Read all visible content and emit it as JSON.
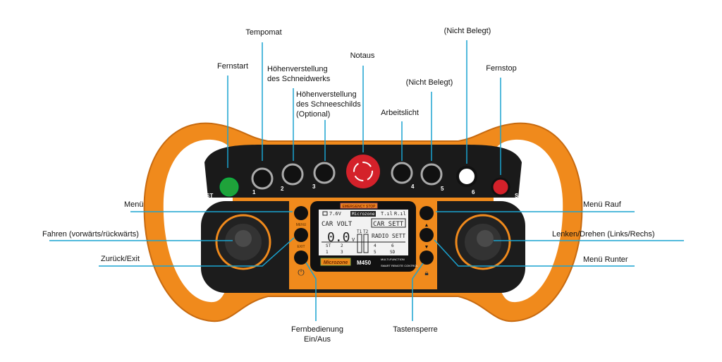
{
  "labels": {
    "tempomat": "Tempomat",
    "fernstart": "Fernstart",
    "schneidwerk_1": "Höhenverstellung",
    "schneidwerk_2": "des Schneidwerks",
    "schneeschild_1": "Höhenverstellung",
    "schneeschild_2": "des Schneeschilds",
    "schneeschild_3": "(Optional)",
    "notaus": "Notaus",
    "arbeitslicht": "Arbeitslicht",
    "nicht_belegt_5": "(Nicht Belegt)",
    "nicht_belegt_6": "(Nicht Belegt)",
    "fernstop": "Fernstop",
    "menu": "Menü",
    "fahren": "Fahren (vorwärts/rückwärts)",
    "zurueck": "Zurück/Exit",
    "menu_rauf": "Menü Rauf",
    "lenken": "Lenken/Drehen (Links/Rechs)",
    "menu_runter": "Menü Runter",
    "fernbedienung_1": "Fernbedienung",
    "fernbedienung_2": "Ein/Aus",
    "tastensperre": "Tastensperre"
  },
  "device": {
    "st": "ST",
    "sd": "SD",
    "numbers": [
      "1",
      "2",
      "3",
      "4",
      "5",
      "6"
    ],
    "emergency": "EMERGENCY STOP",
    "menu_btn": "MENU",
    "exit_btn": "EXIT",
    "brand": "Microzone",
    "model": "M450",
    "tagline_1": "MULTI-FUNCTION",
    "tagline_2": "SMART REMOTE CONTROL"
  },
  "lcd": {
    "battery": "7.6V",
    "brand": "Microzone",
    "signal_t": "T.ıl",
    "signal_r": "R.ıl",
    "car_volt": "CAR VOLT",
    "value": "0.0",
    "unit": "V",
    "t1": "T1",
    "t2": "T2",
    "car_sett": "CAR SETT",
    "radio_sett": "RADIO SETT",
    "st": "ST",
    "s2": "2",
    "s1": "1",
    "s3": "3",
    "s4": "4",
    "s6": "6",
    "s5": "5",
    "sd": "SD"
  },
  "colors": {
    "accent_line": "#1aa3d0",
    "orange": "#f08a1c",
    "green": "#1fa23a",
    "red": "#d4212a"
  }
}
